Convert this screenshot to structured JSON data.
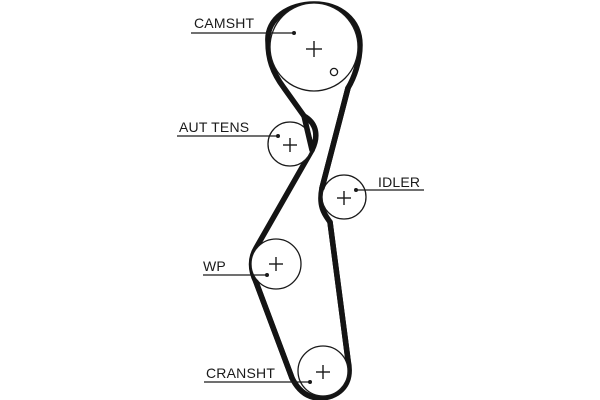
{
  "diagram": {
    "labels": {
      "camsht": "CAMSHT",
      "aut_tens": "AUT TENS",
      "idler": "IDLER",
      "wp": "WP",
      "cransht": "CRANSHT"
    },
    "colors": {
      "belt": "#141414",
      "line": "#1a1a1a",
      "background": "#ffffff"
    }
  }
}
